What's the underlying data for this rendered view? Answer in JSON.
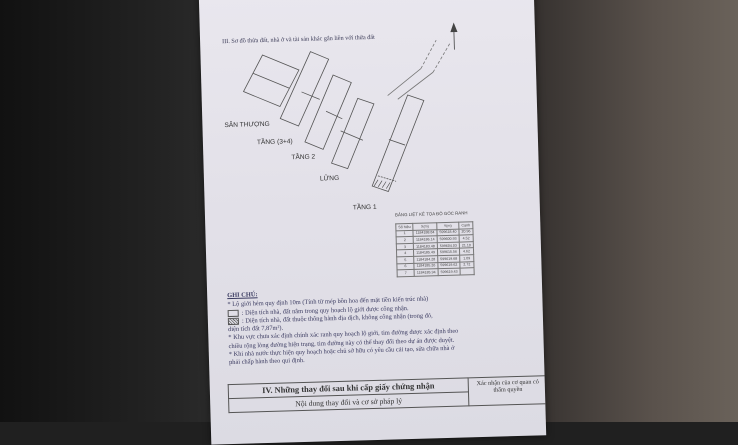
{
  "section3": {
    "title": "III. Sơ đồ thửa đất, nhà ở và tài sản khác gắn liền với thửa đất"
  },
  "floors": {
    "rooftop": "SÂN THƯỢNG",
    "floor34": "TẦNG (3+4)",
    "floor2": "TẦNG 2",
    "mezzanine": "LỬNG",
    "floor1": "TẦNG 1"
  },
  "coord_table": {
    "title": "BẢNG LIỆT KÊ TỌA ĐỘ GÓC RANH",
    "headers": [
      "Số hiệu",
      "X(m)",
      "Y(m)",
      "Cạnh"
    ],
    "rows": [
      [
        "1",
        "1184188.84",
        "599618.40",
        "20.96"
      ],
      [
        "2",
        "1184186.14",
        "599600.93",
        "4.52"
      ],
      [
        "3",
        "1184183.48",
        "599604.03",
        "21.10"
      ],
      [
        "4",
        "1184185.49",
        "599615.56",
        "4.62"
      ],
      [
        "5",
        "1184184.28",
        "599619.68",
        "1.09"
      ],
      [
        "6",
        "1184185.26",
        "599619.62",
        "2.72"
      ],
      [
        "7",
        "1184185.94",
        "599619.43",
        ""
      ]
    ]
  },
  "notes": {
    "heading": "GHI CHÚ:",
    "n1": "* Lộ giới hẻm quy định 10m (Tính từ mép bồn hoa đến mặt tiền kiến trúc nhà)",
    "n2": ": Diện tích nhà, đất nằm trong quy hoạch lộ giới được công nhận.",
    "n3": ": Diện tích nhà, đất thuộc thông hành địa dịch, không công nhận (trong đó,",
    "n3b": "diện tích đất 7,87m²).",
    "n4": "* Khu vực chưa xác định chính xác ranh quy hoạch lộ giới, tim đường được xác định theo",
    "n4b": "chiều rộng lòng đường hiện trạng, tim đường này có thể thay đổi theo dự án được duyệt.",
    "n5": "* Khi nhà nước thực hiện quy hoạch hoặc chủ sở hữu có yêu cầu cải tạo, sửa chữa nhà ở",
    "n5b": "phải chấp hành theo qui định."
  },
  "section4": {
    "title": "IV. Những thay đổi sau khi cấp giấy chứng nhận",
    "col_content": "Nội dung thay đổi và cơ sở pháp lý",
    "col_confirm": "Xác nhận của cơ quan có thẩm quyền"
  }
}
